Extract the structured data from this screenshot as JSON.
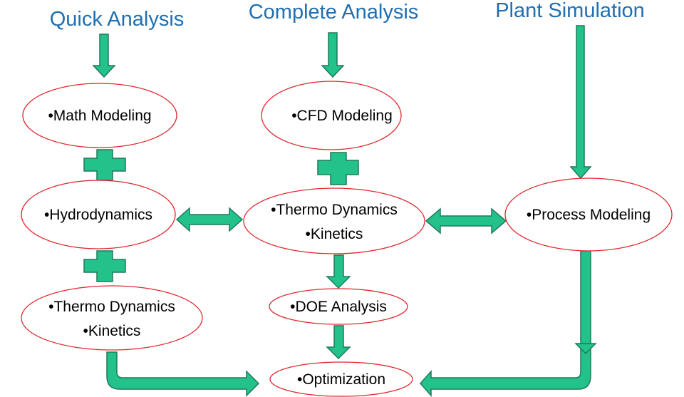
{
  "headings": {
    "quick": "Quick Analysis",
    "complete": "Complete Analysis",
    "plant": "Plant Simulation"
  },
  "nodes": {
    "math_modeling": "•Math Modeling",
    "cfd_modeling": "•CFD Modeling",
    "hydrodynamics": "•Hydrodynamics",
    "thermo_center_line1": "•Thermo Dynamics",
    "thermo_center_line2": "•Kinetics",
    "process_modeling": "•Process Modeling",
    "thermo_left_line1": "•Thermo Dynamics",
    "thermo_left_line2": "•Kinetics",
    "doe_analysis": "•DOE Analysis",
    "optimization": "•Optimization"
  },
  "colors": {
    "heading": "#1f6fb2",
    "ellipse_border": "#e0282f",
    "arrow_fill": "#22c28a",
    "arrow_stroke": "#1f7a5b"
  }
}
